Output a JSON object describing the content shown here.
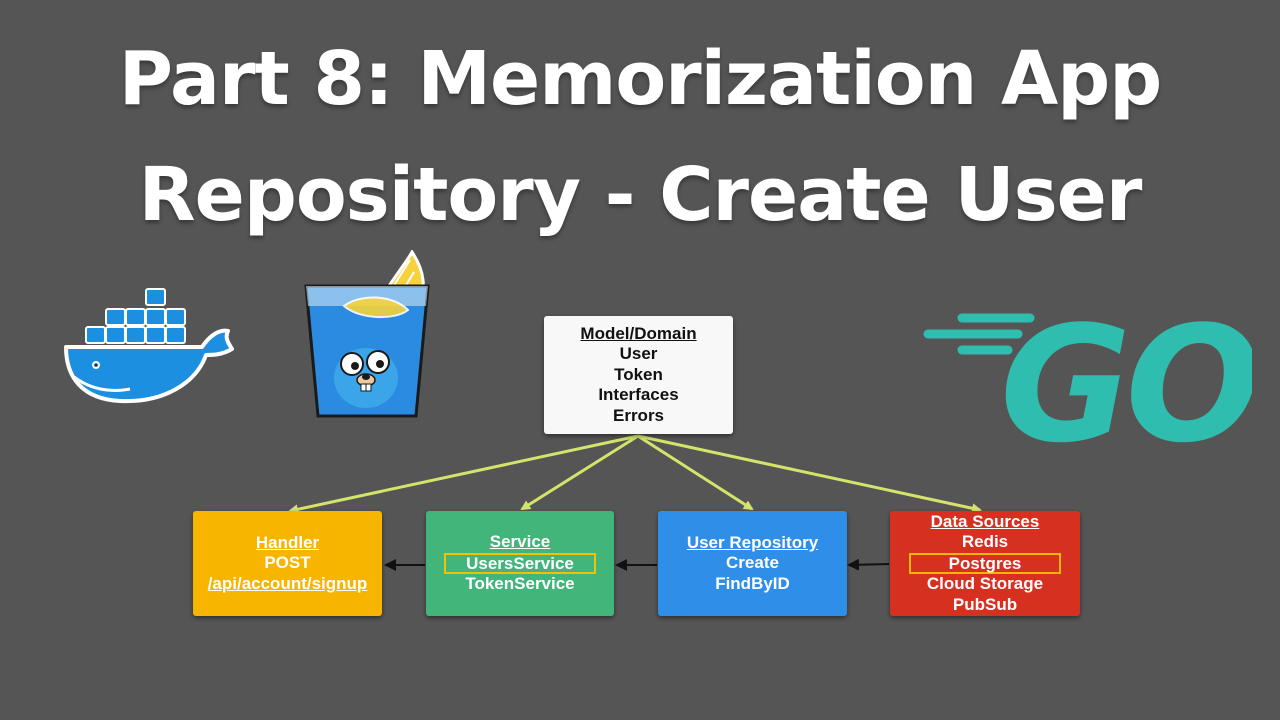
{
  "title": {
    "line1": "Part 8: Memorization App",
    "line2": "Repository - Create User"
  },
  "logos": {
    "left": "docker-whale-icon",
    "middle": "gopher-drink-icon",
    "right": "go-logo-icon",
    "go_text": "GO"
  },
  "colors": {
    "background": "#555555",
    "model": "#f8f8f8",
    "handler": "#f7b500",
    "service": "#42b57a",
    "repository": "#2f8fe8",
    "data_sources": "#d63021",
    "arrow_top": "#d4e36a",
    "arrow_bottom": "#111111",
    "highlight": "#f2c200",
    "go_teal": "#2ebdaf"
  },
  "model": {
    "header": "Model/Domain",
    "items": [
      "User",
      "Token",
      "Interfaces",
      "Errors"
    ]
  },
  "handler": {
    "header": "Handler",
    "items": [
      "POST",
      "/api/account/signup"
    ]
  },
  "service": {
    "header": "Service",
    "highlighted": "UsersService",
    "items": [
      "TokenService"
    ]
  },
  "repository": {
    "header": "User Repository",
    "items": [
      "Create",
      "FindByID"
    ]
  },
  "data_sources": {
    "header": "Data Sources",
    "items": [
      "Redis"
    ],
    "highlighted": "Postgres",
    "items_after": [
      "Cloud Storage",
      "PubSub"
    ]
  }
}
